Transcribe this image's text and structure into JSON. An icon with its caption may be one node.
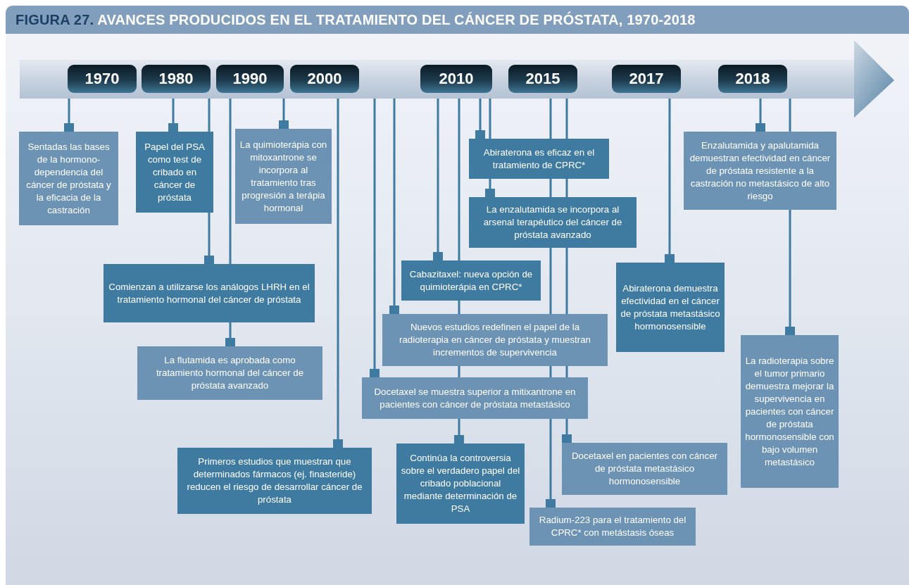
{
  "diagram": {
    "title": "**FIGURA 27.** AVANCES PRODUCIDOS EN EL TRATAMIENTO DEL CÁNCER DE PRÓSTATA, 1970-2018",
    "nodes": [
      {
        "text": [],
        "shape": "arrow"
      },
      {
        "text": [
          "1970"
        ],
        "in": 0
      },
      {
        "text": [
          "1980"
        ],
        "in": 0
      },
      {
        "text": [
          "1990"
        ],
        "in": 0
      },
      {
        "text": [
          "2000"
        ],
        "in": 0
      },
      {
        "text": [
          "2010"
        ],
        "in": 0
      },
      {
        "text": [
          "2015"
        ],
        "in": 0
      },
      {
        "text": [
          "2017"
        ],
        "in": 0
      },
      {
        "text": [
          "2018"
        ],
        "in": 0
      },
      {
        "text": [
          "Sentadas las bases de la hormono-dependencia del cáncer de próstata y la eficacia de la castración"
        ]
      },
      {
        "text": [
          "Papel del PSA como test de cribado en cáncer de próstata"
        ]
      },
      {
        "text": [
          "La quimioterápia con mitoxantrone se incorpora al tratamiento tras progresión a terápia hormonal"
        ]
      },
      {
        "text": [
          "Comienzan a utilizarse los análogos LHRH en el tratamiento hormonal del cáncer de próstata"
        ]
      },
      {
        "text": [
          "La flutamida es aprobada como tratamiento hormonal del cáncer de próstata avanzado"
        ]
      },
      {
        "text": [
          "Primeros estudios que muestran que determinados fármacos (ej. finasteride) reducen el riesgo de desarrollar cáncer de próstata"
        ]
      },
      {
        "text": [
          "Abiraterona es eficaz en el tratamiento de CPRC*"
        ]
      },
      {
        "text": [
          "La enzalutamida se incorpora al arsenal terapéutico del cáncer de próstata avanzado"
        ]
      },
      {
        "text": [
          "Cabazitaxel: nueva  opción de quimioterápia en CPRC*"
        ]
      },
      {
        "text": [
          "Nuevos estudios redefinen el papel de la radioterapia en cáncer de próstata y muestran incrementos de supervivencia"
        ]
      },
      {
        "text": [
          "Docetaxel  se muestra superior a mitixantrone en pacientes con cáncer de próstata metastásico"
        ]
      },
      {
        "text": [
          "Continúa la controversia sobre el verdadero papel del cribado poblacional mediante determinación de PSA"
        ]
      },
      {
        "text": [
          "Docetaxel en pacientes con cáncer de próstata metastásico hormonosensible"
        ]
      },
      {
        "text": [
          "Radium-223 para  el tratamiento del CPRC* con metástasis óseas"
        ]
      },
      {
        "text": [
          "Abiraterona demuestra efectividad en el cáncer de próstata metastásico hormonosensible"
        ]
      },
      {
        "text": [
          "Enzalutamida y apalutamida demuestran efectividad en cáncer de próstata resistente a la castración no metastásico de alto riesgo"
        ]
      },
      {
        "text": [
          "La radioterapia sobre el tumor primario demuestra mejorar la supervivencia en pacientes con cáncer de próstata hormonosensible con bajo volumen metastásico"
        ]
      }
    ],
    "edges": [
      {
        "from": 0,
        "to": 9,
        "arrow": "other"
      },
      {
        "from": 0,
        "to": 10,
        "arrow": "other"
      },
      {
        "from": 0,
        "to": 11,
        "arrow": "other"
      },
      {
        "from": 0,
        "to": 12,
        "arrow": "other"
      },
      {
        "from": 0,
        "to": 13,
        "arrow": "other"
      },
      {
        "from": 0,
        "to": 14,
        "arrow": "other"
      },
      {
        "from": 0,
        "to": 15,
        "arrow": "other"
      },
      {
        "from": 0,
        "to": 16,
        "arrow": "other"
      },
      {
        "from": 0,
        "to": 17,
        "arrow": "other"
      },
      {
        "from": 0,
        "to": 18,
        "arrow": "other"
      },
      {
        "from": 0,
        "to": 19,
        "arrow": "other"
      },
      {
        "from": 0,
        "to": 20,
        "arrow": "other"
      },
      {
        "from": 0,
        "to": 21,
        "arrow": "other"
      },
      {
        "from": 0,
        "to": 22,
        "arrow": "other"
      },
      {
        "from": 0,
        "to": 23,
        "arrow": "other"
      },
      {
        "from": 0,
        "to": 24,
        "arrow": "other"
      },
      {
        "from": 0,
        "to": 25,
        "arrow": "other"
      }
    ]
  }
}
